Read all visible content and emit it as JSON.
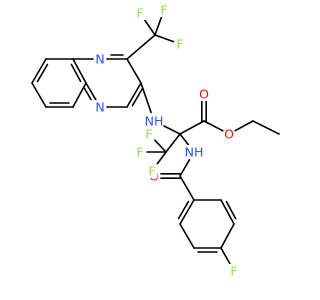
{
  "colors": {
    "carbon": "#000000",
    "nitrogen": "#3050F8",
    "oxygen": "#FF0D0D",
    "fluorine": "#90E050"
  },
  "atoms": [
    {
      "id": "n1",
      "label": "N",
      "element": "nitrogen"
    },
    {
      "id": "n2",
      "label": "N",
      "element": "nitrogen"
    },
    {
      "id": "nh1",
      "label": "NH",
      "element": "nitrogen"
    },
    {
      "id": "nh2",
      "label": "NH",
      "element": "nitrogen"
    },
    {
      "id": "o1",
      "label": "O",
      "element": "oxygen"
    },
    {
      "id": "o2",
      "label": "O",
      "element": "oxygen"
    },
    {
      "id": "o3",
      "label": "O",
      "element": "oxygen"
    },
    {
      "id": "f1",
      "label": "F",
      "element": "fluorine"
    },
    {
      "id": "f2",
      "label": "F",
      "element": "fluorine"
    },
    {
      "id": "f3",
      "label": "F",
      "element": "fluorine"
    },
    {
      "id": "f4",
      "label": "F",
      "element": "fluorine"
    },
    {
      "id": "f5",
      "label": "F",
      "element": "fluorine"
    },
    {
      "id": "f6",
      "label": "F",
      "element": "fluorine"
    },
    {
      "id": "f7",
      "label": "F",
      "element": "fluorine"
    }
  ]
}
